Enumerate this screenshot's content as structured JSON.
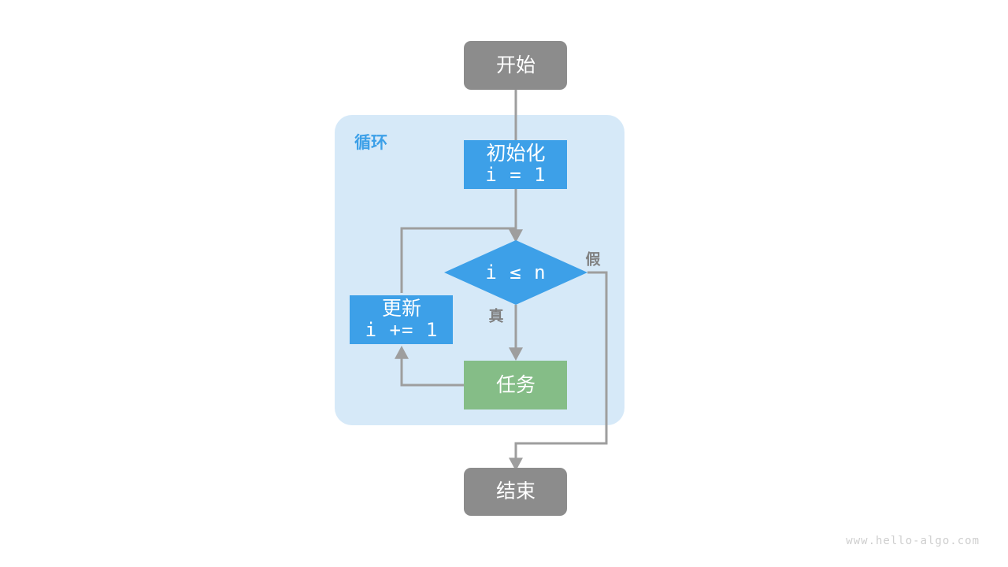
{
  "diagram": {
    "type": "flowchart",
    "title_watermark": "www.hello-algo.com",
    "group": {
      "label": "循环",
      "fill": "#d6e9f8"
    },
    "colors": {
      "terminal": "#8c8c8c",
      "process": "#3da0e8",
      "decision": "#3da0e8",
      "task": "#85bd87",
      "edge": "#9e9e9e",
      "group_bg": "#d6e9f8",
      "group_label": "#3da0e8",
      "node_text": "#ffffff",
      "edge_text": "#808080",
      "watermark": "#cfcfcf",
      "background": "#ffffff"
    },
    "nodes": {
      "start": {
        "label": "开始",
        "shape": "rounded-rect",
        "role": "terminal"
      },
      "init": {
        "label_line1": "初始化",
        "label_line2": "i = 1",
        "shape": "rect",
        "role": "process"
      },
      "condition": {
        "label": "i ≤ n",
        "shape": "diamond",
        "role": "decision"
      },
      "update": {
        "label_line1": "更新",
        "label_line2": "i += 1",
        "shape": "rect",
        "role": "process"
      },
      "task": {
        "label": "任务",
        "shape": "rect",
        "role": "task"
      },
      "end": {
        "label": "结束",
        "shape": "rounded-rect",
        "role": "terminal"
      }
    },
    "edge_labels": {
      "true_branch": "真",
      "false_branch": "假"
    }
  }
}
